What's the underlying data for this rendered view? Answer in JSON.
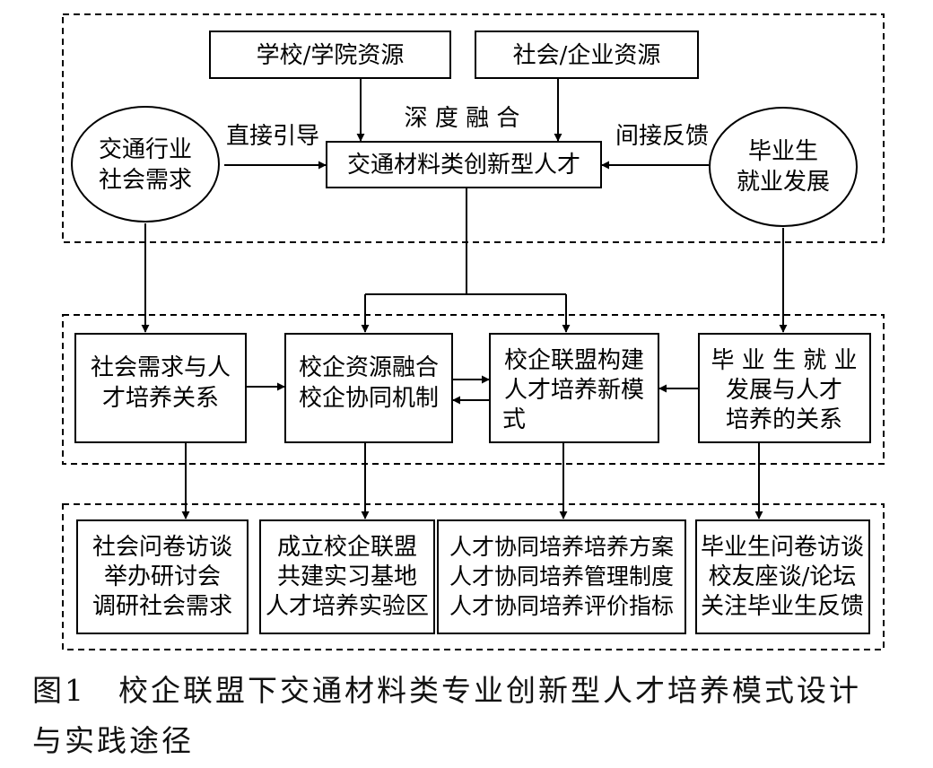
{
  "diagram": {
    "top_boxes": {
      "school_resources": "学校/学院资源",
      "enterprise_resources": "社会/企业资源",
      "talent": "交通材料类创新型人才"
    },
    "ellipses": {
      "industry_demand": [
        "交通行业",
        "社会需求"
      ],
      "graduate_development": [
        "毕业生",
        "就业发展"
      ]
    },
    "edge_labels": {
      "deep_fusion": "深 度 融 合",
      "direct_guidance": "直接引导",
      "indirect_feedback": "间接反馈"
    },
    "middle_boxes": {
      "demand_relation": [
        "社会需求与人",
        "才培养关系"
      ],
      "resource_fusion": [
        "校企资源融合",
        "校企协同机制"
      ],
      "alliance_mode": [
        "校企联盟构建",
        "人才培养新模",
        "式"
      ],
      "graduate_relation": [
        "毕 业 生 就 业",
        "发展与人才",
        "培养的关系"
      ]
    },
    "bottom_boxes": {
      "survey": [
        "社会问卷访谈",
        "举办研讨会",
        "调研社会需求"
      ],
      "alliance_base": [
        "成立校企联盟",
        "共建实习基地",
        "人才培养实验区"
      ],
      "collab_plan": [
        "人才协同培养培养方案",
        "人才协同培养管理制度",
        "人才协同培养评价指标"
      ],
      "graduate_feedback": [
        "毕业生问卷访谈",
        "校友座谈/论坛",
        "关注毕业生反馈"
      ]
    }
  },
  "caption": {
    "line1": "图1　校企联盟下交通材料类专业创新型人才培养模式设计",
    "line2": "与实践途径"
  },
  "colors": {
    "stroke": "#000000",
    "text": "#000000"
  }
}
